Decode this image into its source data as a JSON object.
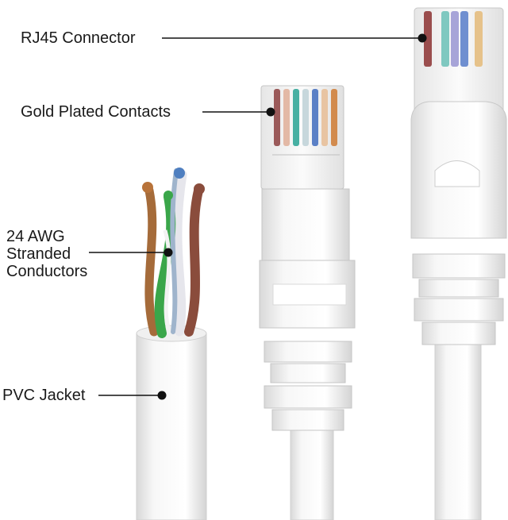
{
  "callouts": {
    "rj45": "RJ45 Connector",
    "gold": "Gold Plated Contacts",
    "awg": "24 AWG\nStranded\nConductors",
    "pvc": "PVC Jacket"
  },
  "colors": {
    "line": "#111111",
    "plastic": "#f4f4f4",
    "plastic_edge": "#c9c9c9",
    "wire_brown": "#8b4a3a",
    "wire_green": "#3aa64a",
    "wire_blue": "#4f7fc0",
    "wire_orange": "#c8832f"
  }
}
